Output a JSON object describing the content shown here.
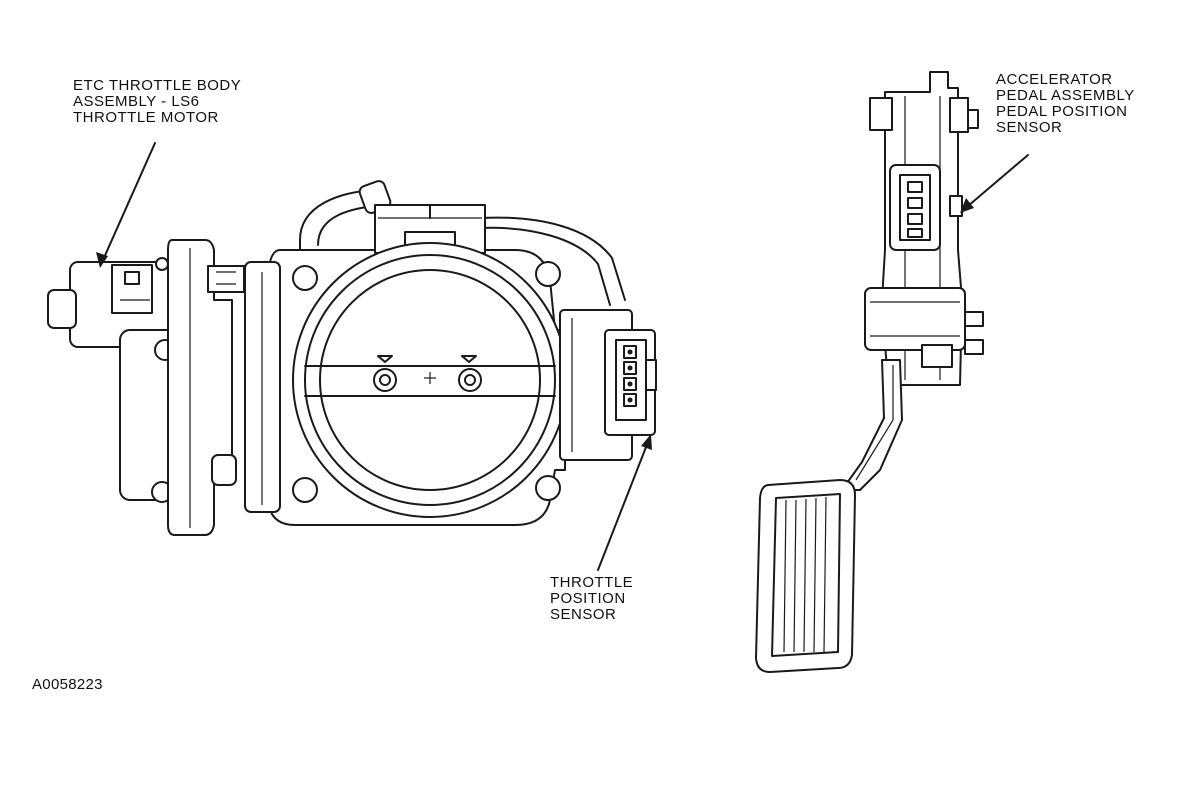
{
  "callouts": {
    "etc_throttle_body": [
      "ETC THROTTLE BODY",
      "ASSEMBLY - LS6",
      "THROTTLE MOTOR"
    ],
    "accelerator_pedal": [
      "ACCELERATOR",
      "PEDAL ASSEMBLY",
      "PEDAL POSITION",
      "SENSOR"
    ],
    "throttle_position_sensor": [
      "THROTTLE",
      "POSITION",
      "SENSOR"
    ]
  },
  "figure_id": "A0058223",
  "colors": {
    "ink": "#1a1a1a",
    "background": "#ffffff"
  }
}
